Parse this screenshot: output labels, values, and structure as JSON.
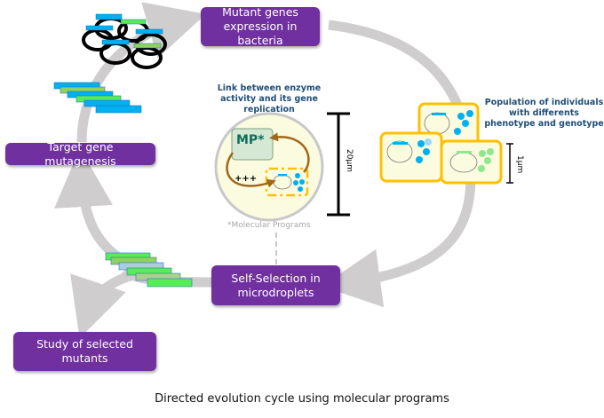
{
  "steps": {
    "expression": "Mutant genes expression in bacteria",
    "mutagenesis": "Target gene mutagenesis",
    "selection": "Self-Selection in microdroplets",
    "study": "Study of selected mutants"
  },
  "labels": {
    "link": "Link between enzyme activity and its gene replication",
    "population": "Population of individuals with differents phenotype and genotype",
    "mp": "MP*",
    "plus": "+++",
    "footnote": "*Molecular Programs",
    "scale_droplet": "20µm",
    "scale_cell": "1µm"
  },
  "caption": "Directed evolution cycle using molecular programs",
  "colors": {
    "step_box": "#7030a0",
    "arrow": "#cfcdcd",
    "label_text": "#1f4e79",
    "gene_blue": "#00b0f0",
    "gene_green": "#55ee55",
    "cell_border": "#ffc000",
    "droplet_fill": "#fbfbe0",
    "mp_box": "#d5e8d4",
    "feedback_arrow": "#a0661a"
  }
}
